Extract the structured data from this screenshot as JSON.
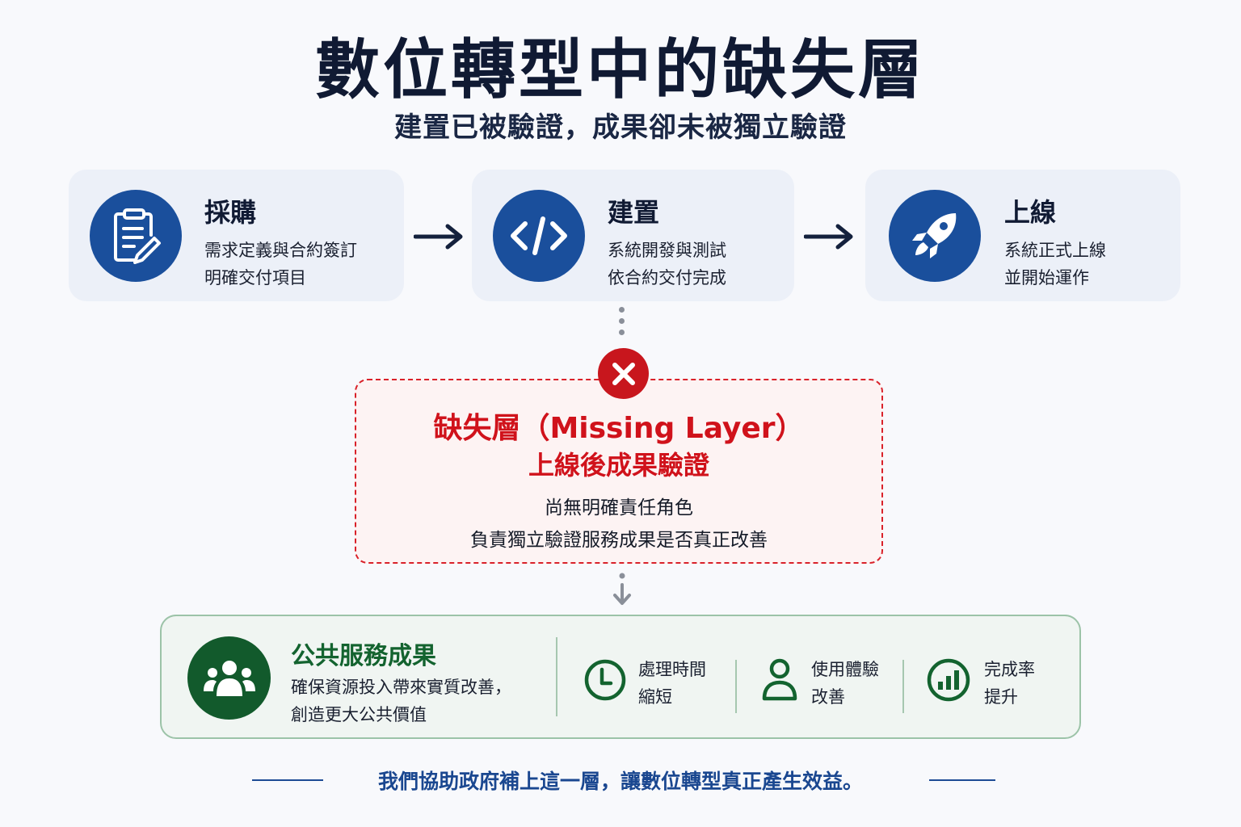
{
  "header": {
    "title": "數位轉型中的缺失層",
    "subtitle": "建置已被驗證，成果卻未被獨立驗證"
  },
  "steps": [
    {
      "title": "採購",
      "lines": [
        "需求定義與合約簽訂",
        "明確交付項目"
      ],
      "icon": "clipboard-pen-icon"
    },
    {
      "title": "建置",
      "lines": [
        "系統開發與測試",
        "依合約交付完成"
      ],
      "icon": "code-icon"
    },
    {
      "title": "上線",
      "lines": [
        "系統正式上線",
        "並開始運作"
      ],
      "icon": "rocket-icon"
    }
  ],
  "missing_layer": {
    "title": "缺失層（Missing Layer）",
    "subtitle": "上線後成果驗證",
    "lines": [
      "尚無明確責任角色",
      "負責獨立驗證服務成果是否真正改善"
    ],
    "icon": "x-icon"
  },
  "outcome": {
    "title": "公共服務成果",
    "lines": [
      "確保資源投入帶來實質改善，",
      "創造更大公共價值"
    ],
    "icon": "users-icon",
    "metrics": [
      {
        "lines": [
          "處理時間",
          "縮短"
        ],
        "icon": "clock-icon"
      },
      {
        "lines": [
          "使用體驗",
          "改善"
        ],
        "icon": "user-icon"
      },
      {
        "lines": [
          "完成率",
          "提升"
        ],
        "icon": "bar-chart-icon"
      }
    ]
  },
  "footer": {
    "text": "我們協助政府補上這一層，讓數位轉型真正產生效益。"
  },
  "colors": {
    "primary_blue": "#1a4f9c",
    "navy": "#101a33",
    "alert_red": "#d0121b",
    "green": "#125a2c",
    "card_bg": "#ecf0f8"
  }
}
